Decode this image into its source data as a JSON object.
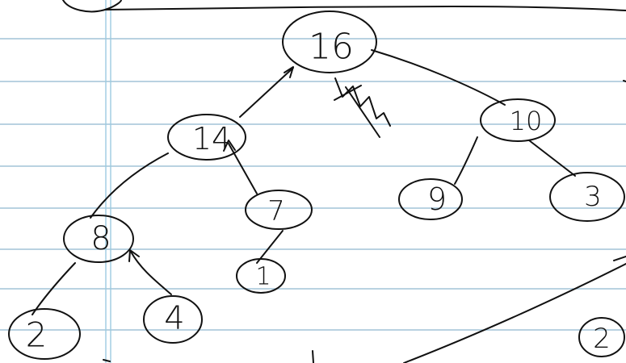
{
  "paper": {
    "rule_color": "#8fb6cf",
    "margin_color": "#9ccbe0",
    "ink_color": "#111111"
  },
  "tree": {
    "nodes": {
      "root": "16",
      "left": "14",
      "right": "10",
      "left_left": "8",
      "left_right": "7",
      "right_left": "9",
      "right_right": "3",
      "ll_left": "2",
      "ll_right": "4",
      "lr_left": "1",
      "bottom_right": "2"
    }
  }
}
